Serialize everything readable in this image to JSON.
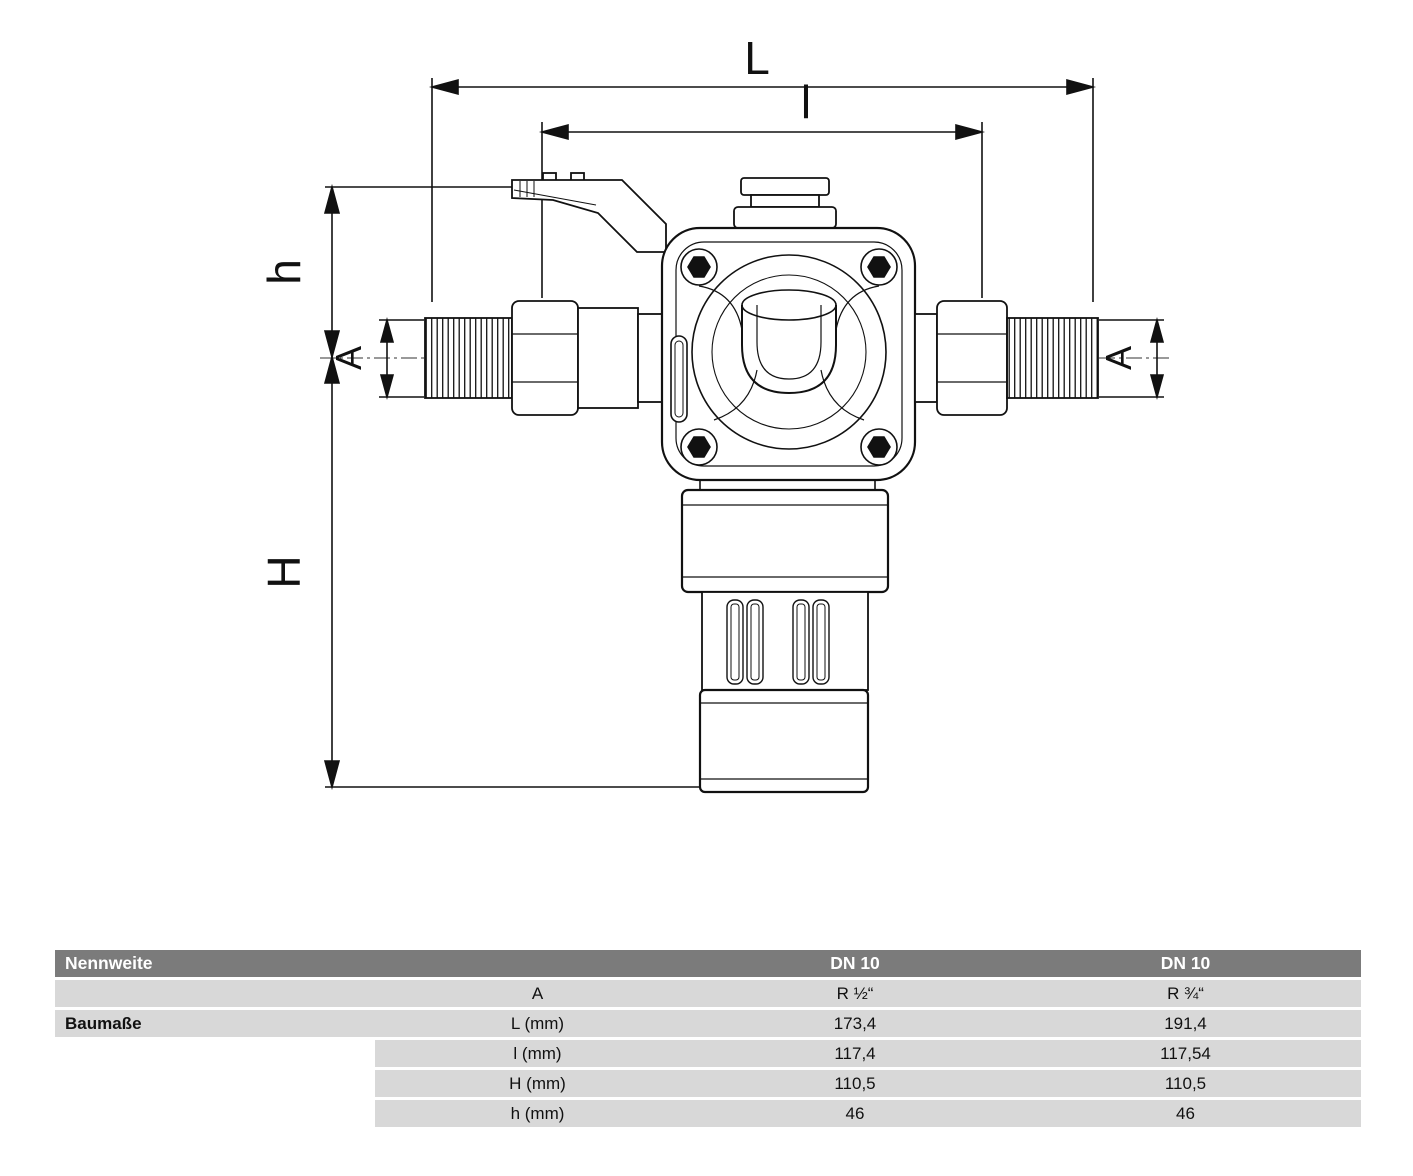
{
  "diagram": {
    "labels": {
      "L": "L",
      "l": "l",
      "h": "h",
      "H": "H",
      "A_left": "A",
      "A_right": "A"
    }
  },
  "table": {
    "header": {
      "title": "Nennweite",
      "dn1": "DN 10",
      "dn2": "DN 10"
    },
    "group_label": "Baumaße",
    "rows": [
      {
        "param": "A",
        "dn1": "R ½“",
        "dn2": "R ¾“"
      },
      {
        "param": "L (mm)",
        "dn1": "173,4",
        "dn2": "191,4"
      },
      {
        "param": "l (mm)",
        "dn1": "117,4",
        "dn2": "117,54"
      },
      {
        "param": "H (mm)",
        "dn1": "110,5",
        "dn2": "110,5"
      },
      {
        "param": "h (mm)",
        "dn1": "46",
        "dn2": "46"
      }
    ]
  }
}
